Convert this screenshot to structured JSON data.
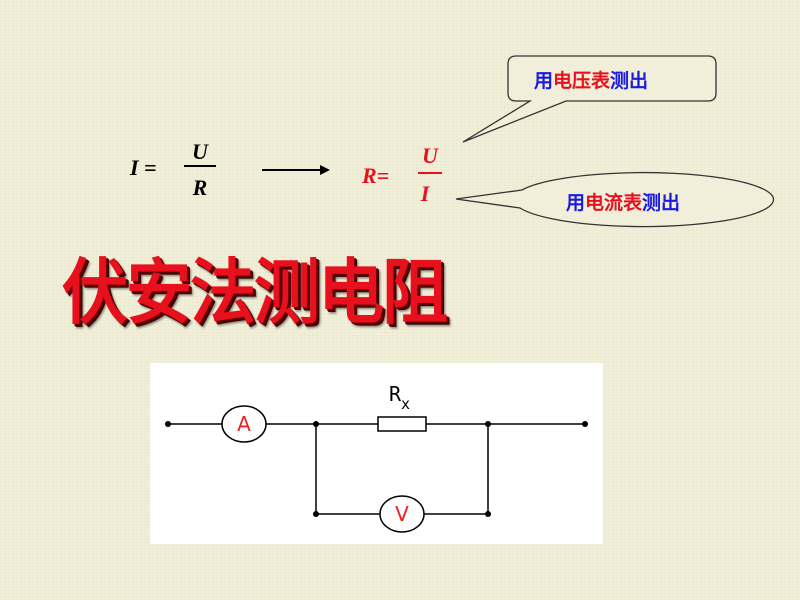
{
  "formula_left": {
    "lhs": "I =",
    "numerator": "U",
    "denominator": "R"
  },
  "formula_right": {
    "lhs": "R=",
    "numerator": "U",
    "denominator": "I"
  },
  "callout_voltage": {
    "parts": [
      "用",
      "电压表",
      "测出"
    ]
  },
  "callout_current": {
    "parts": [
      "用",
      "电流表",
      "测出"
    ]
  },
  "title": "伏安法测电阻",
  "circuit": {
    "ammeter_label": "A",
    "voltmeter_label": "V",
    "resistor_label": "R",
    "resistor_subscript": "x"
  },
  "colors": {
    "background": "#f1efd9",
    "formula_black": "#000000",
    "formula_red": "#e8101c",
    "callout_blue": "#1a1ae0",
    "callout_red": "#e8101c",
    "title_red": "#e8101c",
    "meter_red": "#ee2222"
  }
}
